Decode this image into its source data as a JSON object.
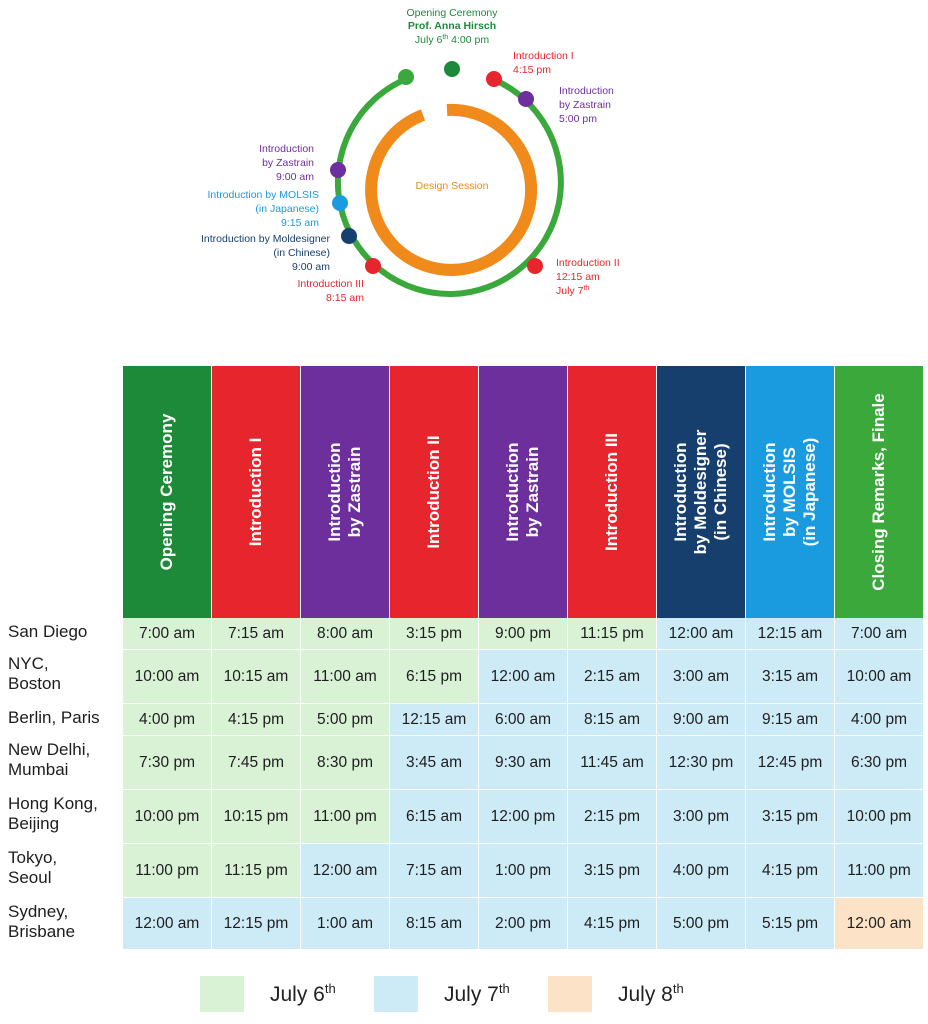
{
  "circle": {
    "center_label": "Design Session",
    "colors": {
      "green": "#3aa83a",
      "dark_green": "#1d8a3a",
      "red": "#e6262c",
      "purple": "#6d2f9c",
      "light_blue": "#1a9be0",
      "navy": "#173f6e",
      "orange": "#f08a1a"
    },
    "opening": {
      "line1": "Opening Ceremony",
      "line2": "Prof. Anna Hirsch",
      "line3": "July 6",
      "line3_sup": "th",
      "line3_suffix": " 4:00 pm"
    },
    "intro1": {
      "line1": "Introduction I",
      "line2": "4:15 pm"
    },
    "zastrain_pm": {
      "line1": "Introduction",
      "line2": "by Zastrain",
      "line3": "5:00 pm"
    },
    "intro2": {
      "line1": "Introduction II",
      "line2": "12:15 am",
      "line3": "July 7",
      "line3_sup": "th"
    },
    "intro3": {
      "line1": "Introduction III",
      "line2": "8:15 am"
    },
    "moldesigner": {
      "line1": "Introduction by Moldesigner",
      "line2": "(in Chinese)",
      "line3": "9:00 am"
    },
    "molsis": {
      "line1": "Introduction by MOLSIS",
      "line2": "(in Japanese)",
      "line3": "9:15 am"
    },
    "zastrain_am": {
      "line1": "Introduction",
      "line2": "by Zastrain",
      "line3": "9:00 am"
    }
  },
  "table": {
    "columns": [
      {
        "label": "Opening Ceremony",
        "color": "#1d8a3a"
      },
      {
        "label": "Introduction I",
        "color": "#e6262c"
      },
      {
        "label": "Introduction\nby Zastrain",
        "color": "#6d2f9c"
      },
      {
        "label": "Introduction II",
        "color": "#e6262c"
      },
      {
        "label": "Introduction\nby Zastrain",
        "color": "#6d2f9c"
      },
      {
        "label": "Introduction III",
        "color": "#e6262c"
      },
      {
        "label": "Introduction\nby Moldesigner\n(in Chinese)",
        "color": "#173f6e"
      },
      {
        "label": "Introduction\nby MOLSIS\n(in Japanese)",
        "color": "#1a9be0"
      },
      {
        "label": "Closing Remarks, Finale",
        "color": "#3aa83a"
      }
    ],
    "rows": [
      {
        "city": "San Diego",
        "times": [
          "7:00 am",
          "7:15 am",
          "8:00 am",
          "3:15 pm",
          "9:00 pm",
          "11:15 pm",
          "12:00 am",
          "12:15 am",
          "7:00 am"
        ],
        "days": [
          6,
          6,
          6,
          6,
          6,
          6,
          7,
          7,
          7
        ]
      },
      {
        "city": "NYC,\nBoston",
        "times": [
          "10:00 am",
          "10:15 am",
          "11:00 am",
          "6:15 pm",
          "12:00 am",
          "2:15 am",
          "3:00 am",
          "3:15 am",
          "10:00 am"
        ],
        "days": [
          6,
          6,
          6,
          6,
          7,
          7,
          7,
          7,
          7
        ]
      },
      {
        "city": "Berlin, Paris",
        "times": [
          "4:00 pm",
          "4:15 pm",
          "5:00 pm",
          "12:15 am",
          "6:00 am",
          "8:15 am",
          "9:00 am",
          "9:15 am",
          "4:00 pm"
        ],
        "days": [
          6,
          6,
          6,
          7,
          7,
          7,
          7,
          7,
          7
        ]
      },
      {
        "city": "New Delhi,\nMumbai",
        "times": [
          "7:30 pm",
          "7:45 pm",
          "8:30 pm",
          "3:45 am",
          "9:30 am",
          "11:45 am",
          "12:30 pm",
          "12:45 pm",
          "6:30 pm"
        ],
        "days": [
          6,
          6,
          6,
          7,
          7,
          7,
          7,
          7,
          7
        ]
      },
      {
        "city": "Hong Kong,\nBeijing",
        "times": [
          "10:00 pm",
          "10:15 pm",
          "11:00 pm",
          "6:15 am",
          "12:00 pm",
          "2:15 pm",
          "3:00 pm",
          "3:15 pm",
          "10:00 pm"
        ],
        "days": [
          6,
          6,
          6,
          7,
          7,
          7,
          7,
          7,
          7
        ]
      },
      {
        "city": "Tokyo,\nSeoul",
        "times": [
          "11:00 pm",
          "11:15 pm",
          "12:00 am",
          "7:15 am",
          "1:00 pm",
          "3:15 pm",
          "4:00 pm",
          "4:15 pm",
          "11:00 pm"
        ],
        "days": [
          6,
          6,
          7,
          7,
          7,
          7,
          7,
          7,
          7
        ]
      },
      {
        "city": "Sydney,\nBrisbane",
        "times": [
          "12:00 am",
          "12:15 pm",
          "1:00 am",
          "8:15 am",
          "2:00 pm",
          "4:15 pm",
          "5:00 pm",
          "5:15 pm",
          "12:00 am"
        ],
        "days": [
          7,
          7,
          7,
          7,
          7,
          7,
          7,
          7,
          8
        ]
      }
    ]
  },
  "legend": [
    {
      "label": "July 6",
      "sup": "th",
      "color": "#d9f2d6"
    },
    {
      "label": "July 7",
      "sup": "th",
      "color": "#cdebf7"
    },
    {
      "label": "July 8",
      "sup": "th",
      "color": "#fce3c8"
    }
  ]
}
